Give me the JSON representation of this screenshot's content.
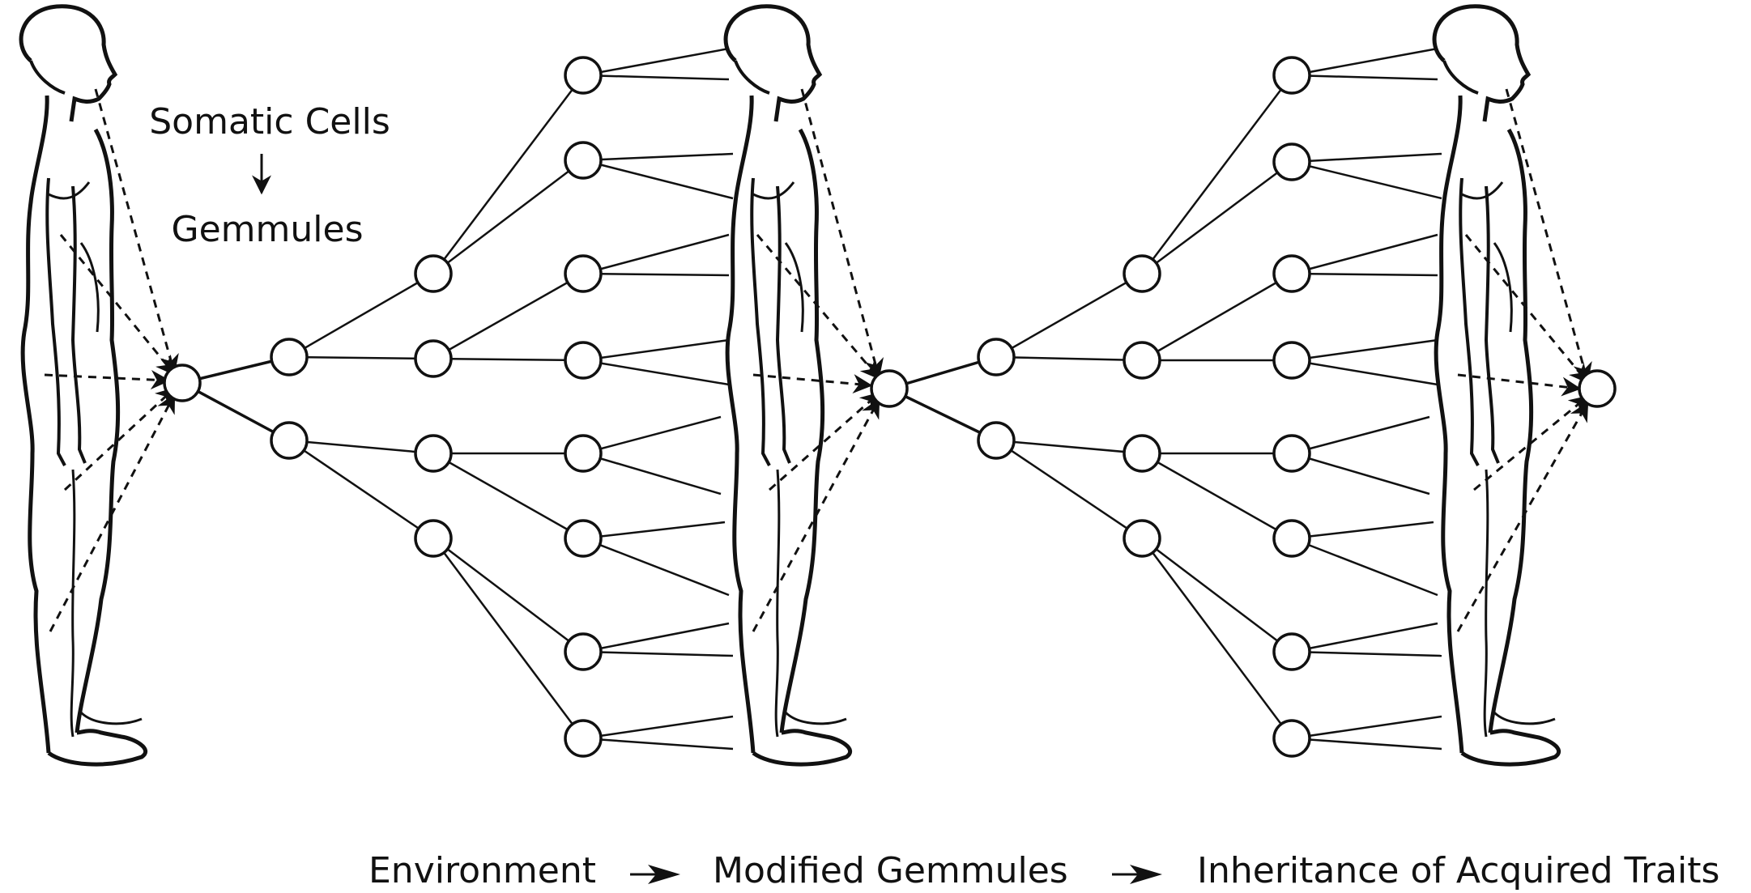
{
  "diagram": {
    "top_label": {
      "line1": "Somatic Cells",
      "line2": "Gemmules"
    },
    "bottom_caption": {
      "step1": "Environment",
      "step2": "Modified Gemmules",
      "step3": "Inheritance of Acquired Traits"
    },
    "figures": [
      {
        "name": "figure-1"
      },
      {
        "name": "figure-2"
      },
      {
        "name": "figure-3"
      }
    ],
    "stroke_color": "#111111",
    "background": "#ffffff"
  }
}
